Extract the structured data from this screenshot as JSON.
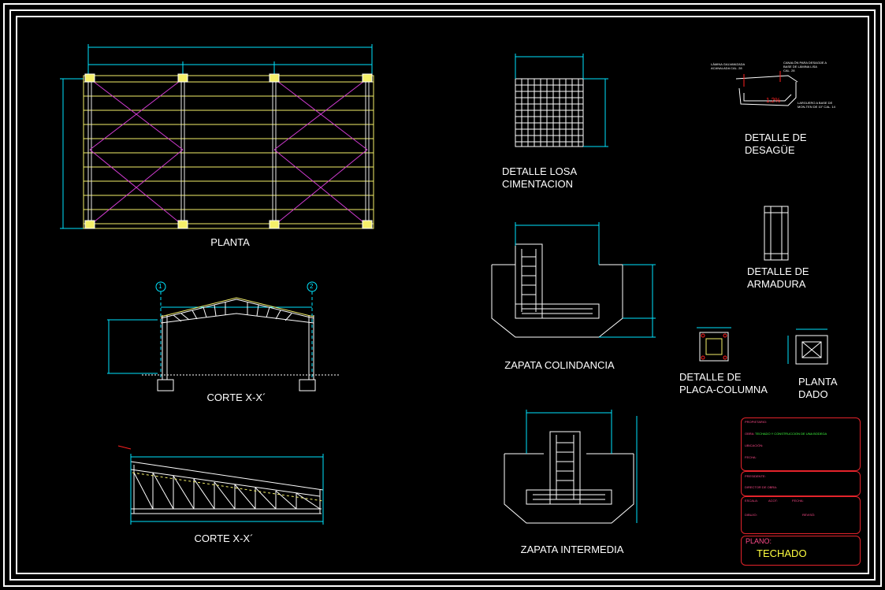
{
  "drawing": {
    "labels": {
      "planta": "PLANTA",
      "corte_top": "CORTE X-X´",
      "corte_bottom": "CORTE X-X´",
      "losa": "DETALLE LOSA\nCIMENTACION",
      "desague": "DETALLE DE\nDESAGÜE",
      "zapata_col": "ZAPATA COLINDANCIA",
      "zapata_int": "ZAPATA INTERMEDIA",
      "armadura": "DETALLE DE\nARMADURA",
      "placa": "DETALLE DE\nPLACA-COLUMNA",
      "dado": "PLANTA\nDADO"
    },
    "desague_notes": {
      "lamina": "LÁMINA GALVANIZADA\nACANALADA CAL. 28",
      "canalon": "CANALÓN PARA DESAGÜE A\nBASE DE LÁMINA LISA\nCAL. 28",
      "larguero": "LARGUERO A BASE DE\nMON-TEN DE 10\" CAL. 14",
      "slope": "1.2%"
    },
    "axes": [
      "1",
      "2"
    ]
  },
  "title_block": {
    "propietario_label": "PROPIETARIO:",
    "obra_label": "OBRA:",
    "obra_value": "TECHADO Y CONSTRUCCION DE UNA BODEGA",
    "ubicacion_label": "UBICACIÓN:",
    "fecha_label": "FECHA:",
    "presidente_label": "PRESIDENTE:",
    "director_label": "DIRECTOR DE OBRA:",
    "escala_label": "ESCALA:",
    "acot_label": "ACOT:",
    "fecha2_label": "FECHA:",
    "dibujo_label": "DIBUJO:",
    "reviso_label": "REVISÓ:",
    "plano_label": "PLANO:",
    "plano_value": "TECHADO"
  },
  "colors": {
    "background": "#000000",
    "frame": "#ffffff",
    "dimension": "#00e5ff",
    "truss_yellow": "#f5f06a",
    "bracing_magenta": "#d03cd0",
    "titleblock_red": "#e4232b",
    "highlight_red": "#ff2020",
    "label_yellow": "#ffff40",
    "label_green": "#40ff40"
  }
}
